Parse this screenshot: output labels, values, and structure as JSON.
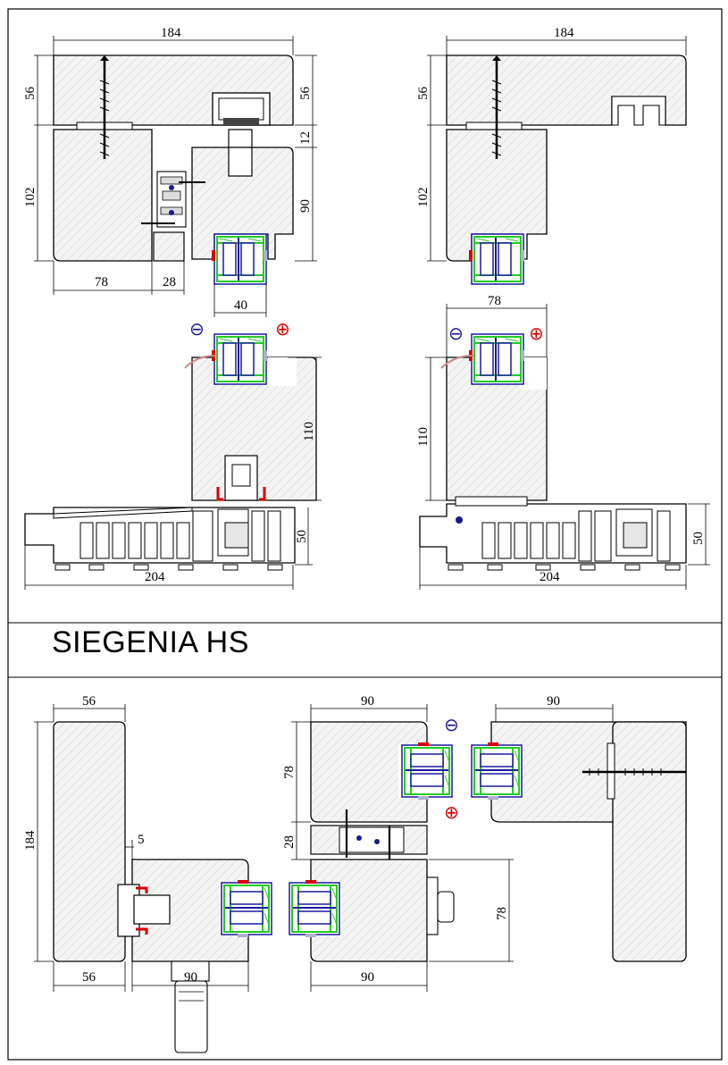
{
  "title": "SIEGENIA HS",
  "top_left": {
    "width_top": "184",
    "h_56_left": "56",
    "h_56_right": "56",
    "h_102": "102",
    "h_12": "12",
    "h_90": "90",
    "w_78": "78",
    "w_28": "28",
    "w_40": "40",
    "minus": "⊖",
    "plus": "⊕",
    "h_110": "110",
    "h_50": "50",
    "w_204": "204"
  },
  "top_right": {
    "width_top": "184",
    "h_56": "56",
    "h_102": "102",
    "w_78": "78",
    "minus": "⊖",
    "plus": "⊕",
    "h_110": "110",
    "h_50": "50",
    "w_204": "204"
  },
  "bottom": {
    "w_56_top": "56",
    "h_184": "184",
    "w_5": "5",
    "w_56_bottom": "56",
    "w_90_bottom_left": "90",
    "w_90_top_mid": "90",
    "w_90_top_right": "90",
    "h_78_upper": "78",
    "h_28": "28",
    "h_78_lower": "78",
    "w_90_bottom_mid": "90",
    "minus": "⊖",
    "plus": "⊕"
  },
  "colors": {
    "line": "#000000",
    "wood": "#f2f2f2",
    "hatch": "#c8c8c8",
    "seal_green": "#22cc22",
    "glass_blue": "#1a1aa0",
    "gasket_red": "#dd0000",
    "plus_red": "#d40000",
    "minus_blue": "#1a1a8c"
  }
}
